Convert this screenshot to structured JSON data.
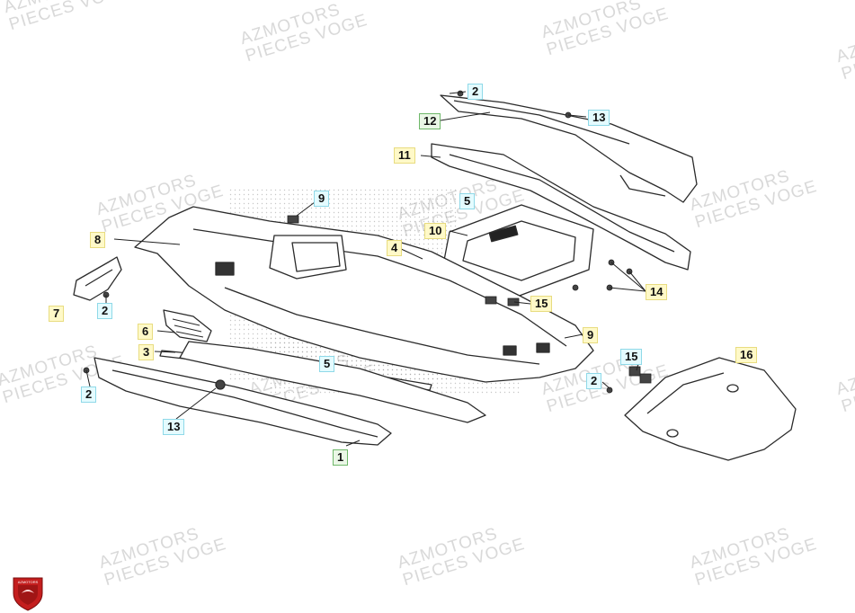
{
  "watermark": {
    "line1": "AZMOTORS",
    "line2": "PIECES VOGE"
  },
  "logo": {
    "text": "AZMOTORS",
    "color": "#c41e1e"
  },
  "callouts": [
    {
      "id": "c2-top",
      "label": "2",
      "style": "cyan"
    },
    {
      "id": "c12",
      "label": "12",
      "style": "green"
    },
    {
      "id": "c13-top",
      "label": "13",
      "style": "cyan"
    },
    {
      "id": "c11",
      "label": "11",
      "style": "yellow"
    },
    {
      "id": "c9-top",
      "label": "9",
      "style": "cyan"
    },
    {
      "id": "c5-top",
      "label": "5",
      "style": "cyan"
    },
    {
      "id": "c10",
      "label": "10",
      "style": "yellow"
    },
    {
      "id": "c8",
      "label": "8",
      "style": "yellow"
    },
    {
      "id": "c4",
      "label": "4",
      "style": "yellow"
    },
    {
      "id": "c14",
      "label": "14",
      "style": "yellow"
    },
    {
      "id": "c15-mid",
      "label": "15",
      "style": "yellow"
    },
    {
      "id": "c7",
      "label": "7",
      "style": "yellow"
    },
    {
      "id": "c2-left",
      "label": "2",
      "style": "cyan"
    },
    {
      "id": "c6",
      "label": "6",
      "style": "yellow"
    },
    {
      "id": "c9-mid",
      "label": "9",
      "style": "yellow"
    },
    {
      "id": "c3",
      "label": "3",
      "style": "yellow"
    },
    {
      "id": "c5-mid",
      "label": "5",
      "style": "cyan"
    },
    {
      "id": "c15-right",
      "label": "15",
      "style": "cyan"
    },
    {
      "id": "c16",
      "label": "16",
      "style": "yellow"
    },
    {
      "id": "c2-mid",
      "label": "2",
      "style": "cyan"
    },
    {
      "id": "c2-bottom",
      "label": "2",
      "style": "cyan"
    },
    {
      "id": "c13-bottom",
      "label": "13",
      "style": "cyan"
    },
    {
      "id": "c1",
      "label": "1",
      "style": "green"
    }
  ]
}
